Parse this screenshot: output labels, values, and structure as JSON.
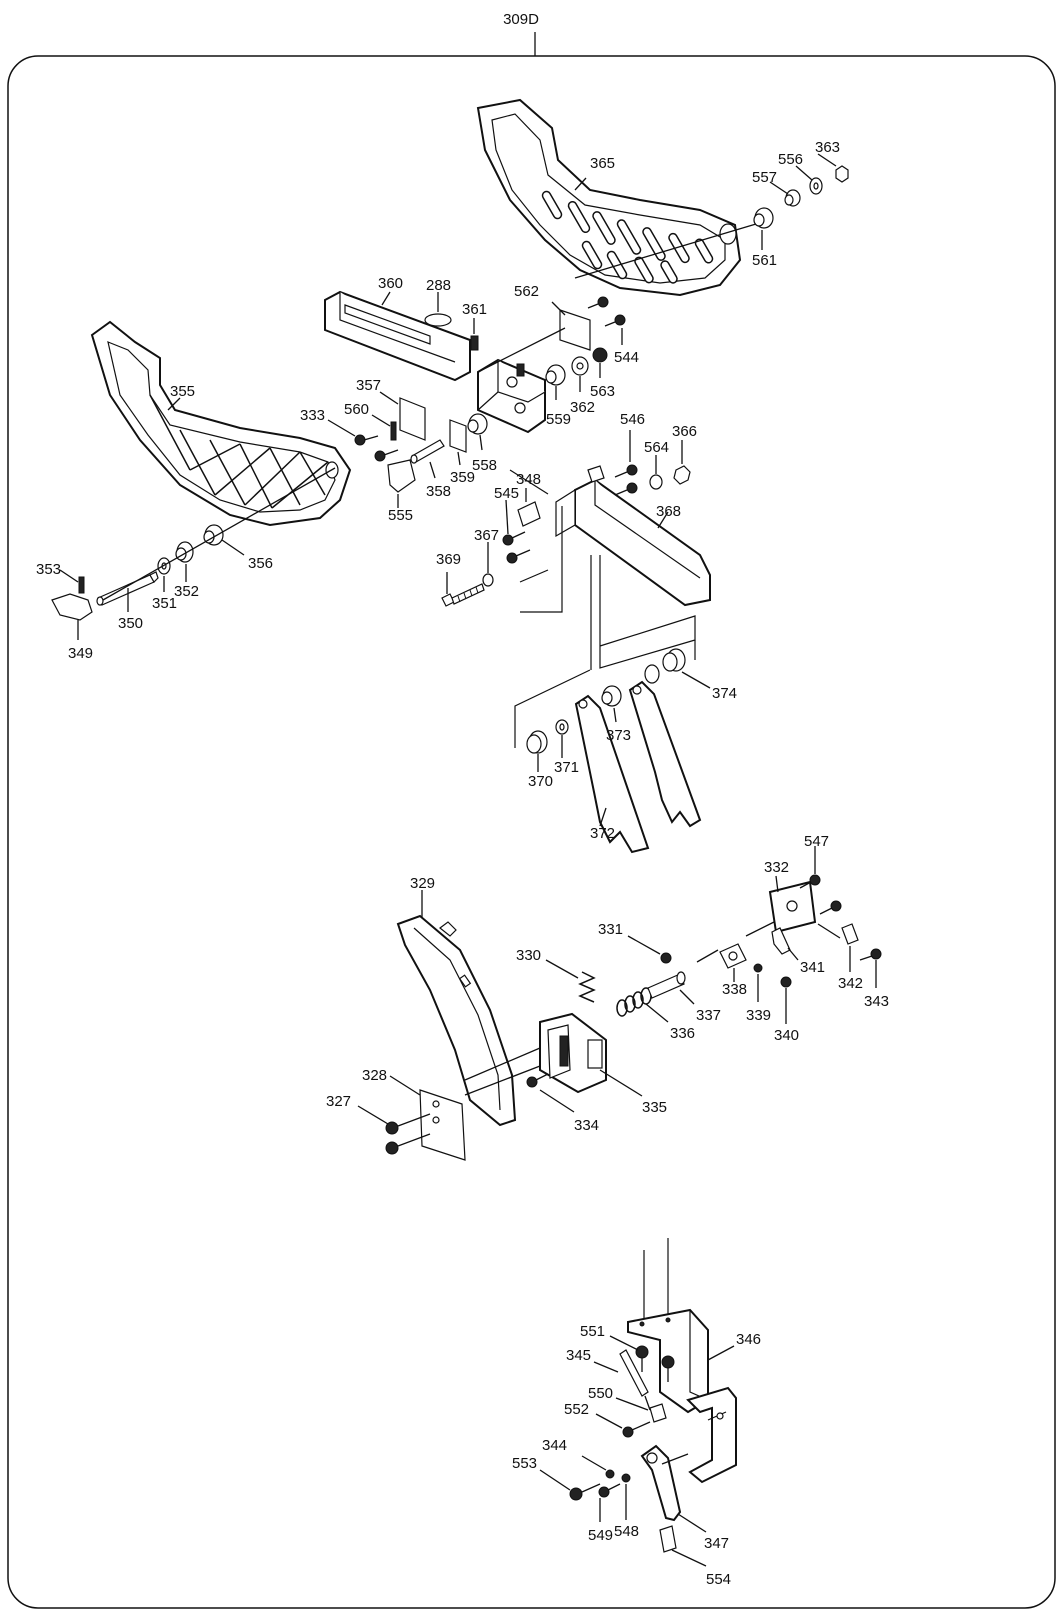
{
  "title": "309D",
  "labels": [
    "363",
    "556",
    "557",
    "365",
    "561",
    "360",
    "288",
    "361",
    "562",
    "544",
    "355",
    "357",
    "563",
    "362",
    "559",
    "333",
    "560",
    "558",
    "546",
    "564",
    "366",
    "359",
    "358",
    "555",
    "545",
    "348",
    "368",
    "367",
    "369",
    "353",
    "351",
    "352",
    "356",
    "350",
    "349",
    "374",
    "373",
    "371",
    "370",
    "372",
    "547",
    "332",
    "329",
    "331",
    "330",
    "341",
    "342",
    "343",
    "337",
    "338",
    "339",
    "340",
    "336",
    "328",
    "327",
    "335",
    "334",
    "346",
    "551",
    "345",
    "550",
    "552",
    "344",
    "553",
    "549",
    "548",
    "347",
    "554"
  ]
}
